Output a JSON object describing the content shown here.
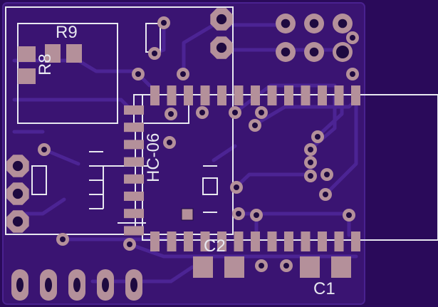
{
  "board": {
    "colors": {
      "background": "#2a0a5a",
      "copper": "#3a1472",
      "trace": "#4a2290",
      "pad": "#b4909a",
      "silk": "#e8e8f0"
    }
  },
  "labels": {
    "r9": "R9",
    "r8": "R8",
    "hc06": "HC-06",
    "c2": "C2",
    "c1": "C1"
  }
}
